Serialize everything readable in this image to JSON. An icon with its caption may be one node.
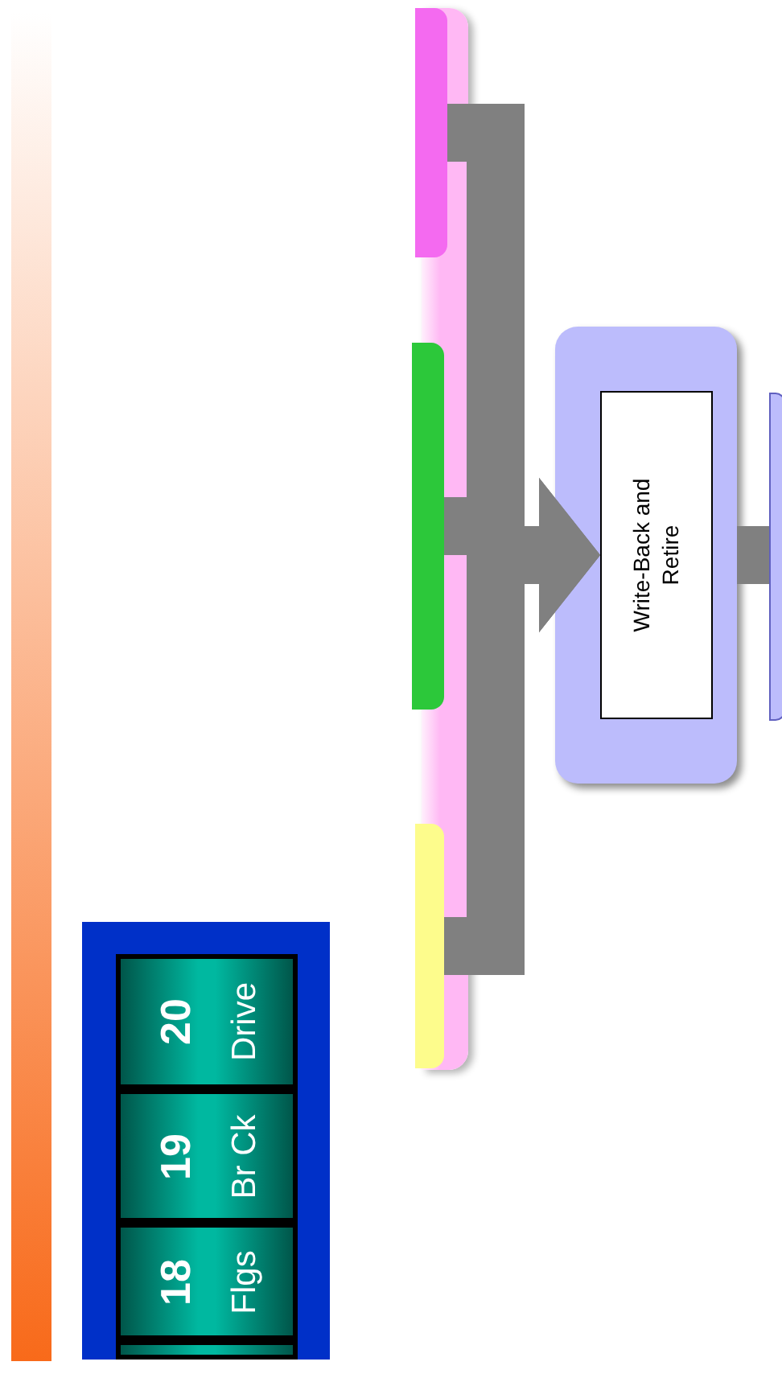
{
  "diagram": {
    "nodes": [
      {
        "text": [],
        "shape": "bar"
      },
      {
        "text": [],
        "shape": "bar",
        "in": 0
      },
      {
        "text": [],
        "shape": "bar",
        "in": 0
      },
      {
        "text": [],
        "shape": "bar",
        "in": 0
      },
      {
        "text": [],
        "shape": "box"
      },
      {
        "text": [
          "Write-Back and Retire"
        ],
        "in": 4
      },
      {
        "text": [],
        "shape": "bar"
      },
      {
        "text": [],
        "shape": "box"
      },
      {
        "text": [
          "18",
          "Flgs"
        ],
        "in": 7
      },
      {
        "text": [
          "19",
          "Br Ck"
        ],
        "in": 7
      },
      {
        "text": [
          "20",
          "Drive"
        ],
        "in": 7
      },
      {
        "text": [],
        "shape": "box",
        "in": 7
      }
    ],
    "edges": [
      {
        "from": 1,
        "to": 5,
        "arrow": "to"
      },
      {
        "from": 2,
        "to": 5,
        "arrow": "to"
      },
      {
        "from": 3,
        "to": 5,
        "arrow": "to"
      },
      {
        "from": 4,
        "to": 6,
        "arrow": "none"
      }
    ]
  }
}
